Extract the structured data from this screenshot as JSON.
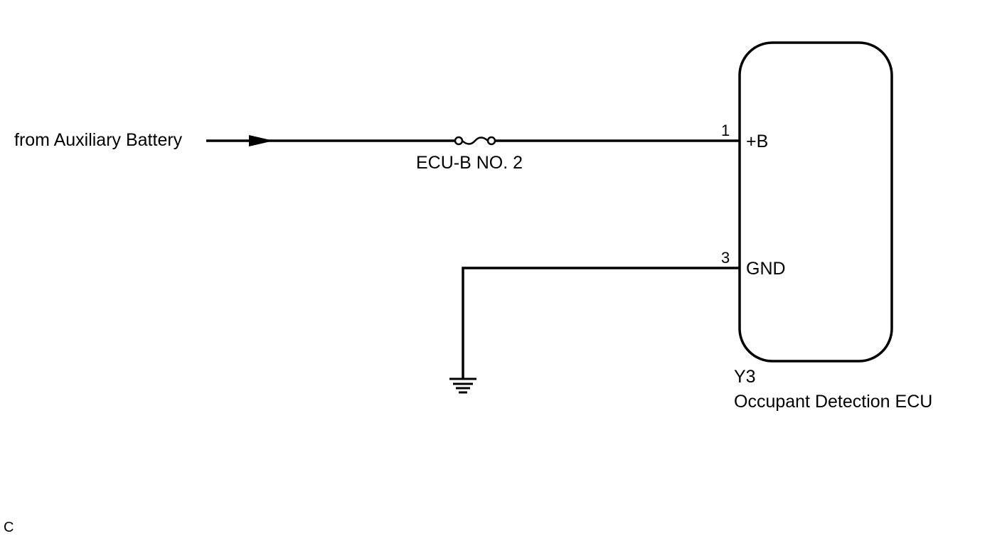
{
  "diagram": {
    "source": {
      "label": "from Auxiliary Battery"
    },
    "fuse": {
      "label": "ECU-B NO. 2"
    },
    "ecu": {
      "connector": "Y3",
      "name": "Occupant Detection ECU",
      "pins": [
        {
          "number": "1",
          "name": "+B"
        },
        {
          "number": "3",
          "name": "GND"
        }
      ]
    },
    "corner_code": "C"
  },
  "colors": {
    "ink": "#000000",
    "background": "#ffffff"
  }
}
